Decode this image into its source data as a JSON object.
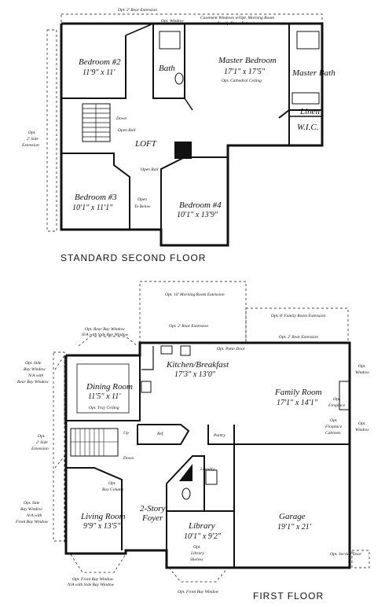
{
  "second_floor": {
    "title": "STANDARD SECOND FLOOR",
    "rooms": {
      "bedroom2": {
        "name": "Bedroom #2",
        "dim": "11'9\" x 11'"
      },
      "master_bedroom": {
        "name": "Master Bedroom",
        "dim": "17'1\" x 17'5\"",
        "note": "Opt. Cathedral Ceiling"
      },
      "master_bath": {
        "name": "Master Bath"
      },
      "bath": {
        "name": "Bath"
      },
      "linen": {
        "name": "Linen"
      },
      "wic": {
        "name": "W.I.C."
      },
      "loft": {
        "name": "LOFT"
      },
      "bedroom3": {
        "name": "Bedroom #3",
        "dim": "10'1\" x 11'1\""
      },
      "bedroom4": {
        "name": "Bedroom #4",
        "dim": "10'1\" x 13'9\""
      }
    },
    "notes": {
      "rear_ext": "Opt. 2' Rear Extension",
      "opt_window": "Opt. Window",
      "casement_1": "Casement Windows w/Opt. Morning Room",
      "casement_2": "or Family Room Extension",
      "down": "Down",
      "open_rail_1": "Open Rail",
      "open_rail_2": "Open Rail",
      "open_below_1": "Open",
      "open_below_2": "To Below",
      "side_ext_1": "Opt.",
      "side_ext_2": "2' Side",
      "side_ext_3": "Extension"
    }
  },
  "first_floor": {
    "title": "FIRST FLOOR",
    "rooms": {
      "kitchen": {
        "name": "Kitchen/Breakfast",
        "dim": "17'3\" x 13'0\""
      },
      "family": {
        "name": "Family Room",
        "dim": "17'1\" x 14'1\""
      },
      "dining": {
        "name": "Dining Room",
        "dim": "11'5\" x 11'",
        "note": "Opt. Tray Ceiling"
      },
      "living": {
        "name": "Living Room",
        "dim": "9'9\" x 13'5\""
      },
      "foyer_1": {
        "name": "2-Story"
      },
      "foyer_2": {
        "name": "Foyer"
      },
      "library": {
        "name": "Library",
        "dim": "10'1\" x 9'2\""
      },
      "garage": {
        "name": "Garage",
        "dim": "19'1\" x 21'"
      },
      "pantry": {
        "name": "Pantry"
      },
      "laundry": {
        "name": "Laundry"
      },
      "ref": {
        "name": "Ref."
      }
    },
    "notes": {
      "morning_room": "Opt. 10' Morning Room Extension",
      "rear_ext_left": "Opt. 2' Rear Extension",
      "family_ext": "Opt. 8' Family Room Extension",
      "rear_ext_right": "Opt. 2' Rear Extension",
      "rear_bay_1": "Opt. Rear Bay Window",
      "rear_bay_2": "N/A with Side Bay Window",
      "patio": "Opt. Patio Door",
      "side_bay_1": "Opt. Side",
      "side_bay_2": "Bay Window",
      "side_bay_3": "N/A with",
      "side_bay_4": "Rear Bay Window",
      "side_ext_1": "Opt.",
      "side_ext_2": "2' Side",
      "side_ext_3": "Extension",
      "up": "Up",
      "down": "Down",
      "box_col_1": "Opt.",
      "box_col_2": "Box Column",
      "lr_bay_1": "Opt. Side",
      "lr_bay_2": "Bay Window",
      "lr_bay_3": "N/A with",
      "lr_bay_4": "Front Bay Window",
      "front_bay_lr_1": "Opt. Front Bay Window",
      "front_bay_lr_2": "N/A with Side Bay Window",
      "front_bay_lib": "Opt. Front Bay Window",
      "lib_shelves_1": "Opt.",
      "lib_shelves_2": "Library",
      "lib_shelves_3": "Shelves",
      "opt_window_top": "Opt.",
      "opt_window_top2": "Window",
      "opt_fireplace_1": "Opt.",
      "opt_fireplace_2": "Fireplace",
      "fp_cab_1": "Opt.",
      "fp_cab_2": "Fireplace",
      "fp_cab_3": "Cabinets",
      "opt_window_bot": "Opt.",
      "opt_window_bot2": "Window",
      "service_door": "Opt. Service Door"
    }
  }
}
